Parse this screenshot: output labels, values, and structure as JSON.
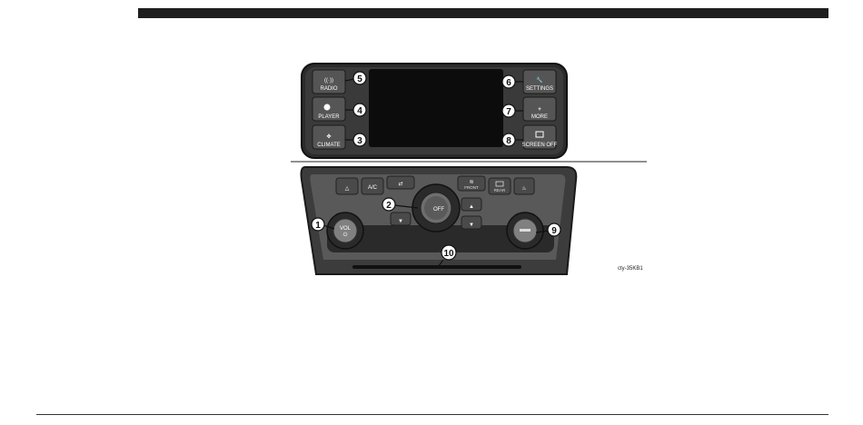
{
  "buttons": {
    "radio": "RADIO",
    "player": "PLAYER",
    "climate": "CLIMATE",
    "settings": "SETTINGS",
    "more": "MORE",
    "screen_off": "SCREEN OFF",
    "ac": "A/C",
    "fan_off": "OFF",
    "front": "FRONT",
    "rear": "REAR",
    "vol": "VOL"
  },
  "callouts": [
    "1",
    "2",
    "3",
    "4",
    "5",
    "6",
    "7",
    "8",
    "9",
    "10"
  ],
  "figure_code": "cty-35KB1",
  "icons": {
    "radio": "antenna-icon",
    "player": "media-player-icon",
    "climate": "fan-icon",
    "settings": "wrench-icon",
    "more": "plus-icon",
    "screen_off": "screen-off-icon",
    "hazard": "hazard-triangle-icon",
    "recirc": "recirculation-car-icon",
    "front_defrost": "front-defrost-icon",
    "rear_defrost": "rear-defrost-icon",
    "heated_seat": "heated-seat-icon"
  }
}
